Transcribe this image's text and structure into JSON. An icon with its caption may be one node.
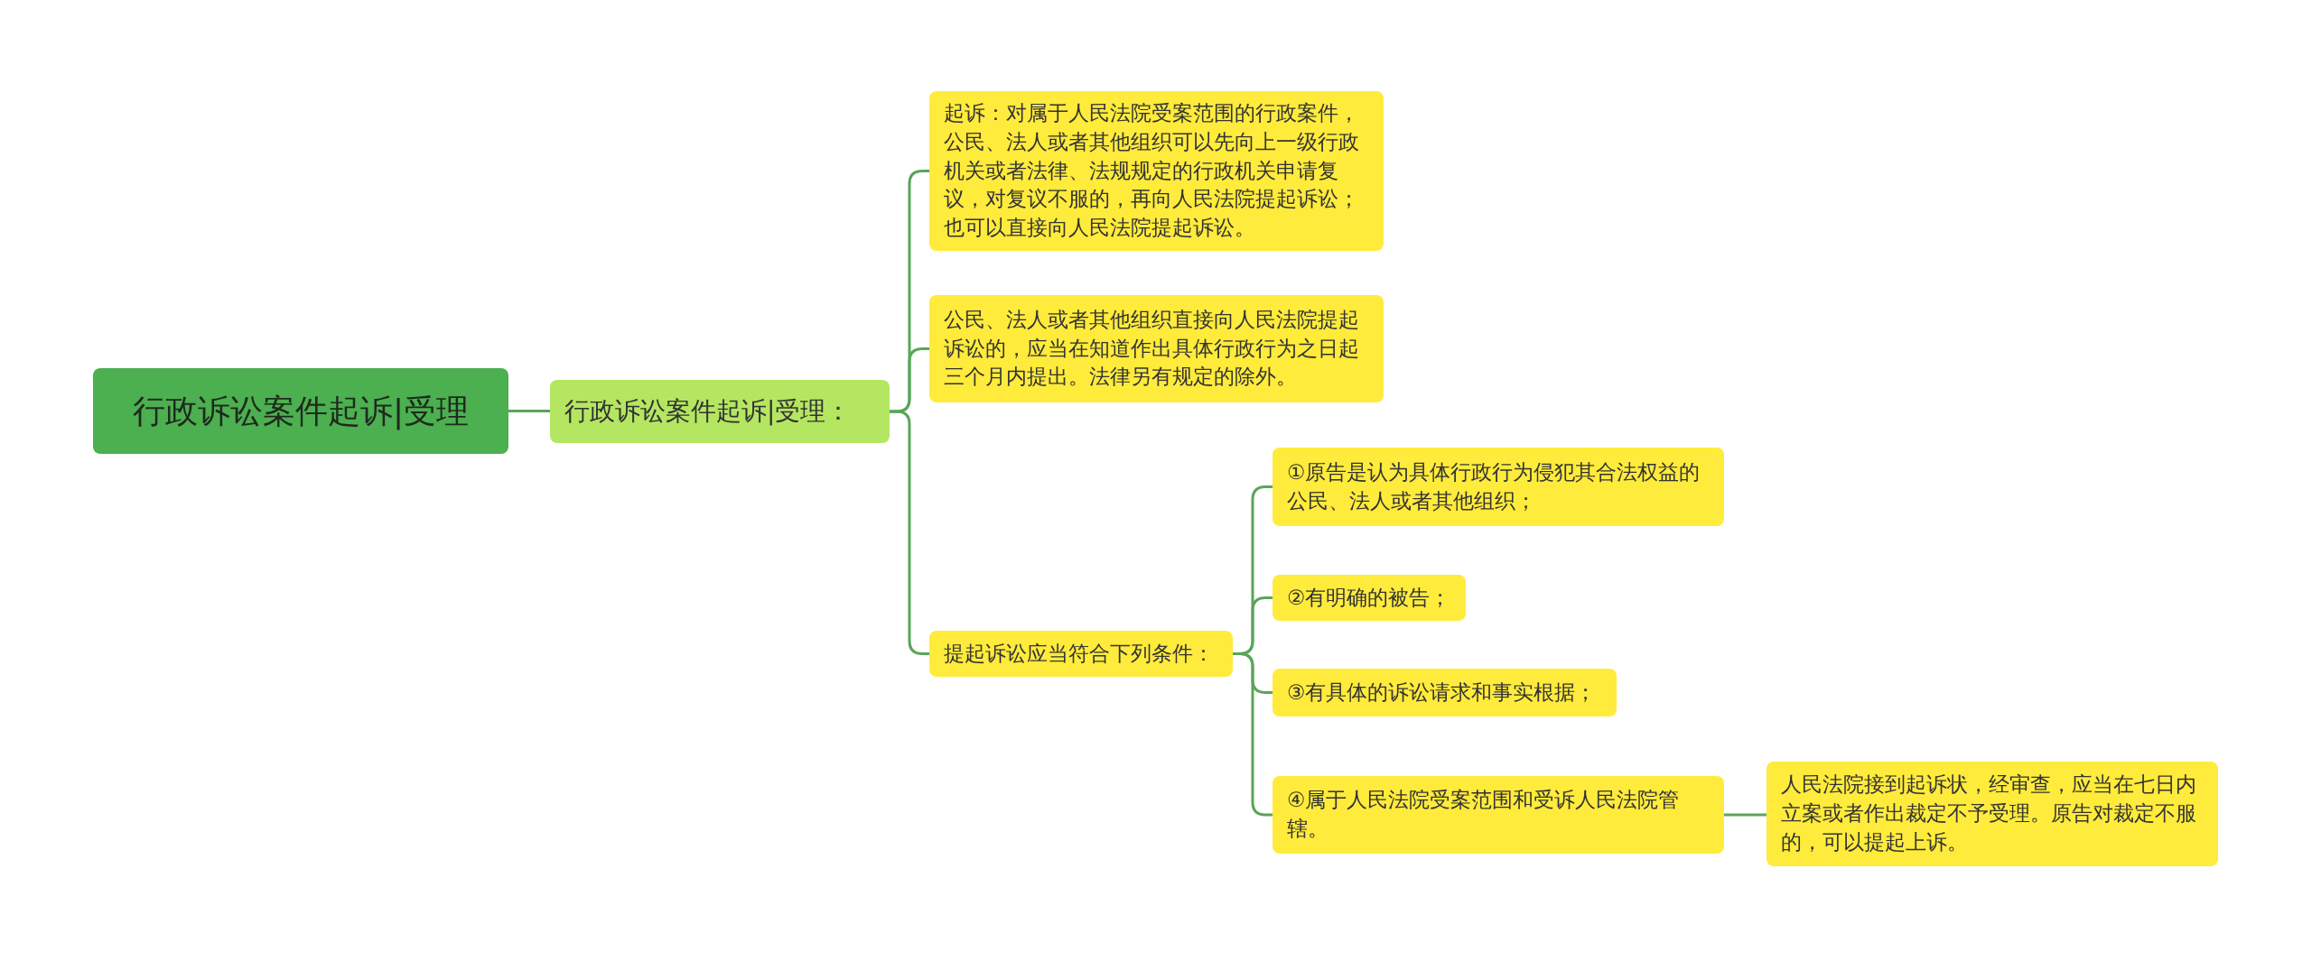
{
  "diagram": {
    "nodes": [
      {
        "text": [
          "行政诉讼案件起诉|受理"
        ]
      },
      {
        "text": [
          "行政诉讼案件起诉|受理："
        ]
      },
      {
        "text": [
          "起诉：对属于人民法院受案范围的行政案件，公民、法人或者其他组织可以先向上一级行政机关或者法律、法规规定的行政机关申请复议，对复议不服的，再向人民法院提起诉讼；也可以直接向人民法院提起诉讼。"
        ]
      },
      {
        "text": [
          "公民、法人或者其他组织直接向人民法院提起诉讼的，应当在知道作出具体行政行为之日起三个月内提出。法律另有规定的除外。"
        ]
      },
      {
        "text": [
          "提起诉讼应当符合下列条件："
        ]
      },
      {
        "text": [
          "①原告是认为具体行政行为侵犯其合法权益的公民、法人或者其他组织；"
        ]
      },
      {
        "text": [
          "②有明确的被告；"
        ]
      },
      {
        "text": [
          "③有具体的诉讼请求和事实根据；"
        ]
      },
      {
        "text": [
          "④属于人民法院受案范围和受诉人民法院管辖。"
        ]
      },
      {
        "text": [
          "人民法院接到起诉状，经审查，应当在七日内立案或者作出裁定不予受理。原告对裁定不服的，可以提起上诉。"
        ]
      }
    ],
    "edges": [
      {
        "from": 0,
        "to": 1,
        "arrow": "none"
      },
      {
        "from": 1,
        "to": 2,
        "arrow": "none"
      },
      {
        "from": 1,
        "to": 3,
        "arrow": "none"
      },
      {
        "from": 1,
        "to": 4,
        "arrow": "none"
      },
      {
        "from": 4,
        "to": 5,
        "arrow": "none"
      },
      {
        "from": 4,
        "to": 6,
        "arrow": "none"
      },
      {
        "from": 4,
        "to": 7,
        "arrow": "none"
      },
      {
        "from": 4,
        "to": 8,
        "arrow": "none"
      },
      {
        "from": 8,
        "to": 9,
        "arrow": "none"
      }
    ]
  }
}
